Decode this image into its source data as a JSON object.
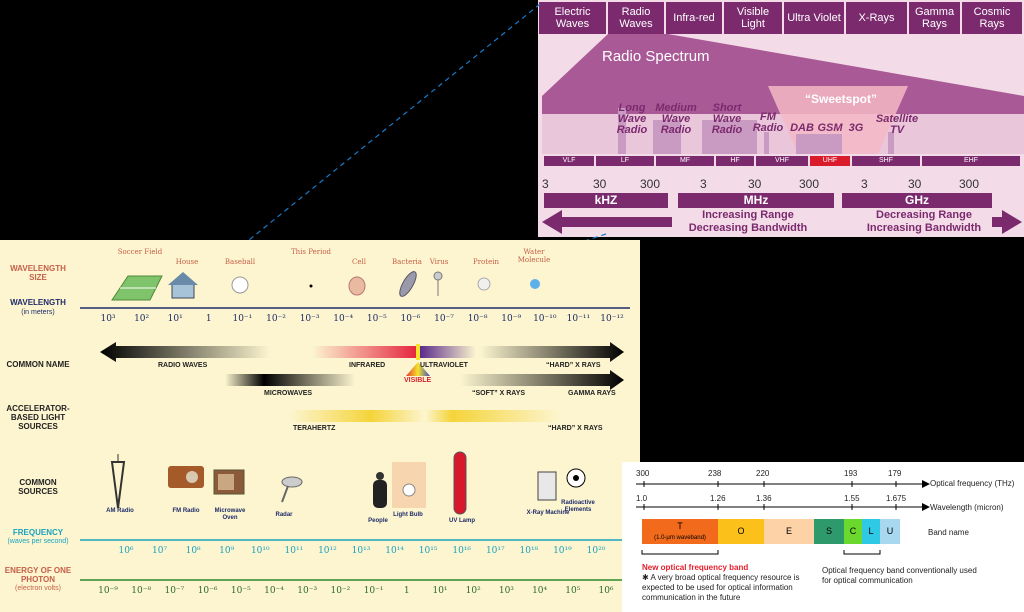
{
  "radio_panel": {
    "bands": [
      "Electric Waves",
      "Radio Waves",
      "Infra-red",
      "Visible Light",
      "Ultra Violet",
      "X-Rays",
      "Gamma Rays",
      "Cosmic Rays"
    ],
    "title": "Radio Spectrum",
    "sweetspot": "“Sweetspot”",
    "labels": {
      "long_wave": "Long Wave Radio",
      "medium_wave": "Medium Wave Radio",
      "short_wave": "Short Wave Radio",
      "fm": "FM Radio",
      "dab": "DAB",
      "gsm": "GSM",
      "g3": "3G",
      "satellite": "Satellite TV"
    },
    "bars": [
      "VLF",
      "LF",
      "MF",
      "HF",
      "VHF",
      "UHF",
      "SHF",
      "EHF"
    ],
    "ticks": [
      "3",
      "30",
      "300",
      "3",
      "30",
      "300",
      "3",
      "30",
      "300"
    ],
    "units": [
      "kHZ",
      "MHz",
      "GHz"
    ],
    "arrow_left": "Increasing Range Decreasing Bandwidth",
    "arrow_right": "Decreasing Range Increasing Bandwidth"
  },
  "em_chart": {
    "row_labels": {
      "wavelength_size": "WAVELENGTH SIZE",
      "wavelength": "WAVELENGTH",
      "wavelength_unit": "(in meters)",
      "common_name": "COMMON NAME",
      "accelerator": "ACCELERATOR-BASED LIGHT SOURCES",
      "common_sources": "COMMON SOURCES",
      "frequency": "FREQUENCY",
      "frequency_unit": "(waves per second)",
      "energy": "ENERGY OF ONE PHOTON",
      "energy_unit": "(electron volts)"
    },
    "objects": [
      "Soccer Field",
      "House",
      "Baseball",
      "This Period",
      "Cell",
      "Bacteria",
      "Virus",
      "Protein",
      "Water Molecule"
    ],
    "wavelength_ticks": [
      "10³",
      "10²",
      "10¹",
      "1",
      "10⁻¹",
      "10⁻²",
      "10⁻³",
      "10⁻⁴",
      "10⁻⁵",
      "10⁻⁶",
      "10⁻⁷",
      "10⁻⁸",
      "10⁻⁹",
      "10⁻¹⁰",
      "10⁻¹¹",
      "10⁻¹²"
    ],
    "names": {
      "radio": "RADIO WAVES",
      "infrared": "INFRARED",
      "visible": "VISIBLE",
      "ultraviolet": "ULTRAVIOLET",
      "hard_xrays": "“HARD” X RAYS",
      "microwaves": "MICROWAVES",
      "soft_xrays": "“SOFT” X RAYS",
      "gamma": "GAMMA RAYS",
      "terahertz": "TERAHERTZ",
      "hard_xrays2": "“HARD” X RAYS"
    },
    "sources": [
      "AM Radio",
      "FM Radio",
      "Microwave Oven",
      "Radar",
      "People",
      "Light Bulb",
      "UV Lamp",
      "X-Ray Machine",
      "Radioactive Elements"
    ],
    "frequency_ticks": [
      "10⁶",
      "10⁷",
      "10⁸",
      "10⁹",
      "10¹⁰",
      "10¹¹",
      "10¹²",
      "10¹³",
      "10¹⁴",
      "10¹⁵",
      "10¹⁶",
      "10¹⁷",
      "10¹⁸",
      "10¹⁹",
      "10²⁰"
    ],
    "energy_ticks": [
      "10⁻⁹",
      "10⁻⁸",
      "10⁻⁷",
      "10⁻⁶",
      "10⁻⁵",
      "10⁻⁴",
      "10⁻³",
      "10⁻²",
      "10⁻¹",
      "1",
      "10¹",
      "10²",
      "10³",
      "10⁴",
      "10⁵",
      "10⁶"
    ]
  },
  "optical_panel": {
    "freq_ticks": [
      "300",
      "238",
      "220",
      "193",
      "179"
    ],
    "freq_label": "Optical frequency (THz)",
    "wave_ticks": [
      "1.0",
      "1.26",
      "1.36",
      "1.55",
      "1.675"
    ],
    "wave_label": "Wavelength (micron)",
    "band_name_label": "Band name",
    "t_band": "T",
    "t_sub": "(1.0-μm waveband)",
    "bands": [
      "O",
      "E",
      "S",
      "C",
      "L",
      "U"
    ],
    "new_band_title": "New optical frequency band",
    "new_band_note": "✱ A very broad optical frequency resource is expected to be used for optical information communication in the future",
    "conv_note": "Optical frequency band conventionally used for optical communication"
  }
}
